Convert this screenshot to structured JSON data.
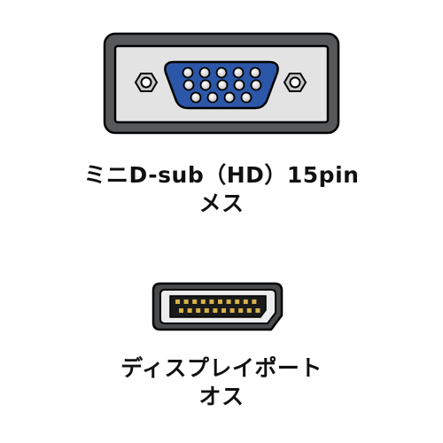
{
  "connectors": [
    {
      "id": "vga",
      "name_line": "ミニD-sub（HD）15pin",
      "gender_line": "メス",
      "body_color": "#56585a",
      "plate_color": "#e3e3e3",
      "port_color": "#2c57a8",
      "screw_color": "#c9c9c9"
    },
    {
      "id": "displayport",
      "name_line": "ディスプレイポート",
      "gender_line": "オス",
      "body_color": "#47494b",
      "plate_color": "#ececec",
      "port_color": "#1a1a1a",
      "pin_color": "#d4b24a"
    }
  ]
}
